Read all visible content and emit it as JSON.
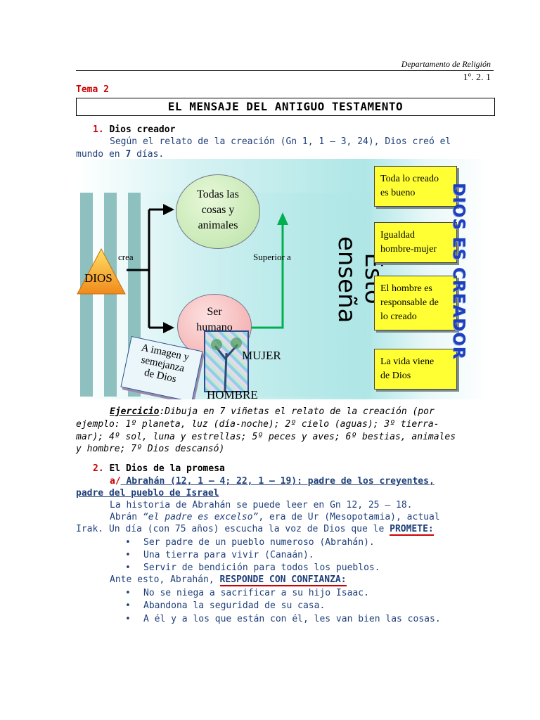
{
  "header": {
    "department": "Departamento de Religión",
    "course": "1º. 2. 1"
  },
  "tema": "Tema 2",
  "title": "EL MENSAJE DEL ANTIGUO TESTAMENTO",
  "section1": {
    "number": "1.",
    "heading": "Dios creador",
    "line1": "Según el relato de la creación (Gn 1, 1 – 3, 24), Dios creó el",
    "line2_a": "mundo en ",
    "line2_b": "7",
    "line2_c": " días."
  },
  "diagram": {
    "dios": "DIOS",
    "crea": "crea",
    "circle_top": [
      "Todas las",
      "cosas y",
      "animales"
    ],
    "circle_bottom": [
      "Ser",
      "humano"
    ],
    "superior": "Superior a",
    "esto": "Esto",
    "ensena": "enseña",
    "imagen": [
      "A imagen y",
      "semejanza",
      "de Dios"
    ],
    "mujer": "MUJER",
    "hombre": "HOMBRE",
    "boxes": [
      [
        "Toda lo creado",
        "es bueno"
      ],
      [
        "Igualdad",
        "hombre-mujer"
      ],
      [
        "El hombre es",
        "responsable de",
        "lo creado"
      ],
      [
        "La vida viene",
        "de Dios"
      ]
    ],
    "vertical": "DIOS ES CREADOR"
  },
  "ejercicio": {
    "label": "Ejercicio",
    "line1": ":Dibuja en 7 viñetas el relato de la creación (por",
    "line2": "ejemplo: 1º planeta, luz (día-noche); 2º cielo (aguas); 3º tierra-",
    "line3": "mar); 4º sol, luna y estrellas; 5º peces y aves; 6º bestias, animales",
    "line4": "y hombre; 7º Dios descansó)"
  },
  "section2": {
    "number": "2.",
    "heading": "El Dios de la promesa",
    "sub_label": "a/",
    "sub_line1": " Abrahán (12, 1 – 4; 22, 1 – 19): padre de los creyentes,",
    "sub_line2": "padre del pueblo de Israel",
    "p1": "La historia de Abrahán se puede leer en Gn 12, 25 – 18.",
    "p2_a": "Abrán ",
    "p2_b": "“el padre es excelso”",
    "p2_c": ", era de Ur (Mesopotamia), actual",
    "p3_a": "Irak. Un día (con 75 años) escucha la voz de Dios que le ",
    "p3_b": "PROMETE:",
    "bullets1": [
      "Ser padre de un pueblo numeroso (Abrahán).",
      "Una tierra para vivir (Canaán).",
      "Servir de bendición para todos los pueblos."
    ],
    "p4_a": "Ante esto, Abrahán, ",
    "p4_b": "RESPONDE CON CONFIANZA:",
    "bullets2": [
      "No se niega a sacrificar a su hijo Isaac.",
      "Abandona la seguridad de su casa.",
      "A él y a los que están con él, les van bien las cosas."
    ]
  }
}
